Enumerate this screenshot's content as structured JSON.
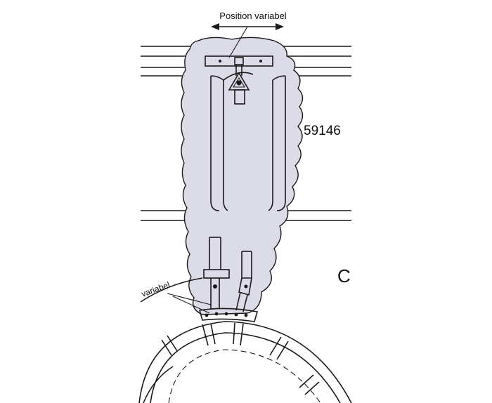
{
  "labels": {
    "position_top": "Position variabel",
    "part_number": "59146",
    "view_letter": "C",
    "position_left": "variabel"
  },
  "colors": {
    "ink": "#1a1a1a",
    "tool_fill": "#dcdce8",
    "background": "#ffffff"
  }
}
